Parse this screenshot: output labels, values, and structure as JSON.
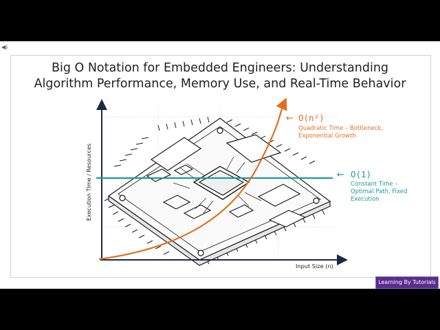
{
  "slide": {
    "title_line1": "Big O Notation for Embedded Engineers: Understanding",
    "title_line2": "Algorithm Performance, Memory Use, and Real-Time Behavior"
  },
  "axes": {
    "y_label": "Execution Time / Resources",
    "x_label": "Input Size (n)"
  },
  "annotations": {
    "quadratic": {
      "label": "O(n²)",
      "desc_line1": "Quadratic Time – Bottleneck,",
      "desc_line2": "Exponential Growth",
      "arrow": "←"
    },
    "constant": {
      "label": "O(1)",
      "desc_line1": "Constant Time –",
      "desc_line2": "Optimal Path, Fixed",
      "desc_line3": "Execution",
      "arrow": "←"
    }
  },
  "colors": {
    "quadratic": "#e07020",
    "constant": "#1a9a9a",
    "axis": "#1a2a44",
    "badge_bg": "#5b2c8f"
  },
  "icons": {
    "speaker": "speaker-icon"
  },
  "badge": {
    "text": "Learning By Tutorials"
  }
}
